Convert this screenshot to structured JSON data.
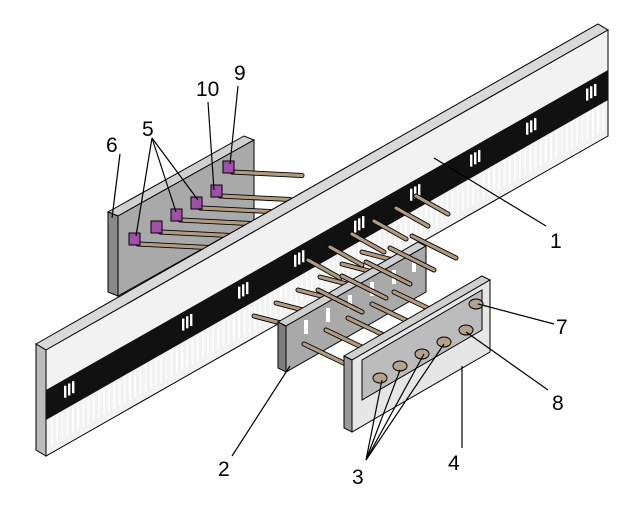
{
  "diagram": {
    "labels": {
      "scale_bar": "1",
      "readhead_plate": "2",
      "photodiodes": "3",
      "detector_board": "4",
      "lasers": "5",
      "source_plate": "6",
      "upper_sensor": "7",
      "lower_sensor": "8",
      "emitter_top": "9",
      "emitter_second": "10"
    },
    "colors": {
      "line": "#000000",
      "scale_body": "#f2f2f2",
      "scale_top": "#d9d9d9",
      "scale_track": "#111111",
      "plate_gray": "#a9a9a9",
      "plate_light": "#d0d0d0",
      "rod": "#b09a80",
      "emitter": "#a050a8",
      "sensor": "#b5a28a"
    }
  }
}
